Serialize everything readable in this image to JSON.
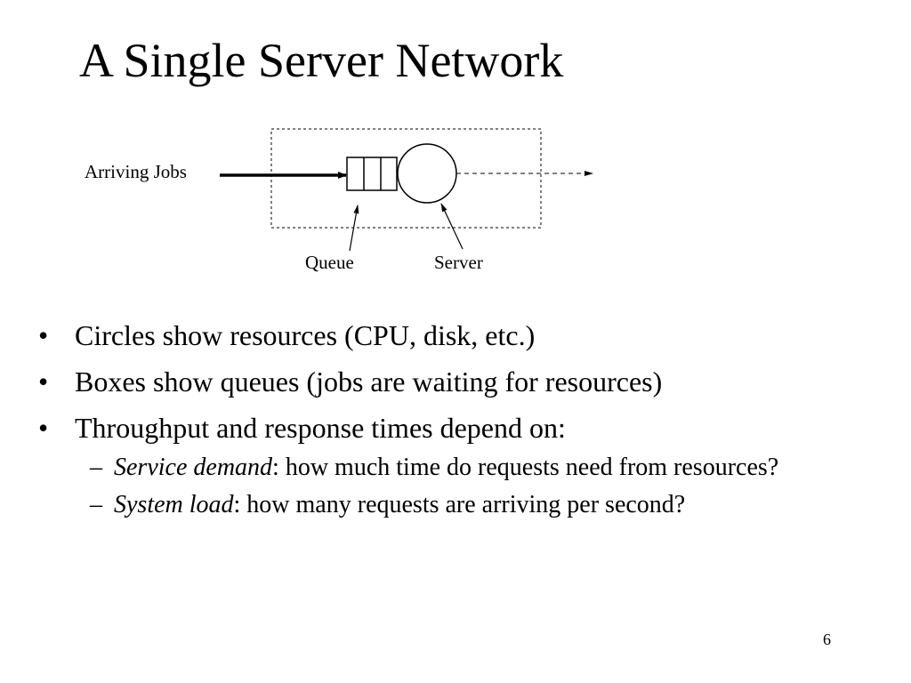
{
  "slide": {
    "title": "A Single Server Network",
    "page_number": "6"
  },
  "diagram": {
    "arriving_label": "Arriving Jobs",
    "queue_label": "Queue",
    "server_label": "Server"
  },
  "bullets": [
    {
      "marker": "•",
      "text": "Circles show resources (CPU, disk, etc.)"
    },
    {
      "marker": "•",
      "text": "Boxes show queues (jobs are waiting for resources)"
    },
    {
      "marker": "•",
      "text": "Throughput and response times depend on:"
    }
  ],
  "sub_bullets": [
    {
      "marker": "–",
      "term": "Service demand",
      "rest": ": how much time do requests need from resources?"
    },
    {
      "marker": "–",
      "term": "System load",
      "rest": ": how many requests are arriving per second?"
    }
  ]
}
